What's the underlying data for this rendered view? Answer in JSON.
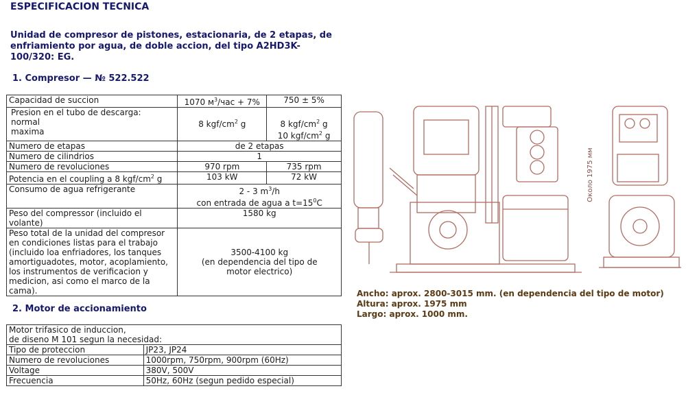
{
  "title": "ESPECIFICACION TECNICA",
  "subtitle": "Unidad de compresor de pistones, estacionaria, de 2 etapas, de enfriamiento por agua, de doble accion, del tipo A2HD3K-100/320: EG.",
  "section1": "1. Compresor — № 522.522",
  "t1": {
    "cap_label": "Capacidad de succion",
    "cap_v1_a": "1070 м",
    "cap_v1_sup": "3",
    "cap_v1_b": "/час + 7%",
    "cap_v2": "750 ± 5%",
    "pres_l1": "Presion en el tubo de descarga:",
    "pres_l2": "normal",
    "pres_l3": "maxima",
    "pres_v1_a": "8 kgf/cm",
    "pres_v1_sup": "2",
    "pres_v1_b": " g",
    "pres_v2a_a": "8 kgf/cm",
    "pres_v2a_sup": "2",
    "pres_v2a_b": " g",
    "pres_v2b_a": "10 kgf/cm",
    "pres_v2b_sup": "2",
    "pres_v2b_b": " g",
    "etapas_label": "Numero de etapas",
    "etapas_val": "de 2 etapas",
    "cil_label": "Numero de cilindrios",
    "cil_val": "1",
    "rev_label": "Numero de revoluciones",
    "rev_v1": "970 rpm",
    "rev_v2": "735 rpm",
    "pot_label_a": "Potencia en el coupling a 8 kgf/cm",
    "pot_label_sup": "2",
    "pot_label_b": " g",
    "pot_v1": "103 kW",
    "pot_v2": "72 kW",
    "agua_label": "Consumo de agua refrigerante",
    "agua_v1_a": "2 - 3 m",
    "agua_v1_sup": "3",
    "agua_v1_b": "/h",
    "agua_v2_a": "con entrada de agua a t=15",
    "agua_v2_sup": "0",
    "agua_v2_b": "C",
    "peso_label": "Peso del compressor (incluido el volante)",
    "peso_val": "1580 kg",
    "pesot_label": "Peso total de la unidad del compresor en condiciones listas para el trabajo (incluido loa enfriadores, los tanques amortiguadotes, motor, acoplamiento, los instrumentos de verificacion y medicion, asi como el marco de la cama).",
    "pesot_v1": "3500-4100 kg",
    "pesot_v2": "(en dependencia del tipo de motor electrico)"
  },
  "section2": "2. Motor de accionamiento",
  "t2": {
    "motor_l1": "Motor trifasico de induccion,",
    "motor_l2": "de diseno M 101 segun la necesidad:",
    "rows": [
      {
        "label": "Tipo de proteccion",
        "value": "JP23, JP24"
      },
      {
        "label": "Numero de revoluciones",
        "value": "1000rpm, 750rpm, 900rpm (60Hz)"
      },
      {
        "label": "Voltage",
        "value": "380V, 500V"
      },
      {
        "label": "Frecuencia",
        "value": "50Hz, 60Hz (segun pedido especial)"
      }
    ]
  },
  "drawing_label": "Около 1975 мм",
  "dims": {
    "ancho": "Ancho: aprox. 2800-3015 mm.  (en dependencia del tipo de motor)",
    "altura": "Altura: aprox. 1975 mm",
    "largo": "Largo: aprox. 1000 mm."
  }
}
